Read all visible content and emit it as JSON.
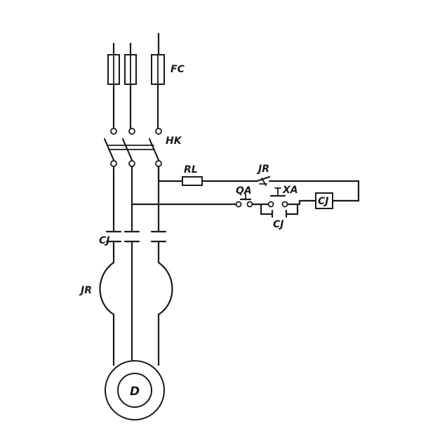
{
  "labels": {
    "fuse": "FC",
    "knife_switch": "HK",
    "fuse_control": "RL",
    "thermal_relay_contact": "JR",
    "stop_button": "QA",
    "start_button": "XA",
    "coil": "CJ",
    "self_hold_contact": "CJ",
    "main_contact": "CJ",
    "thermal_element": "JR",
    "motor": "D"
  }
}
